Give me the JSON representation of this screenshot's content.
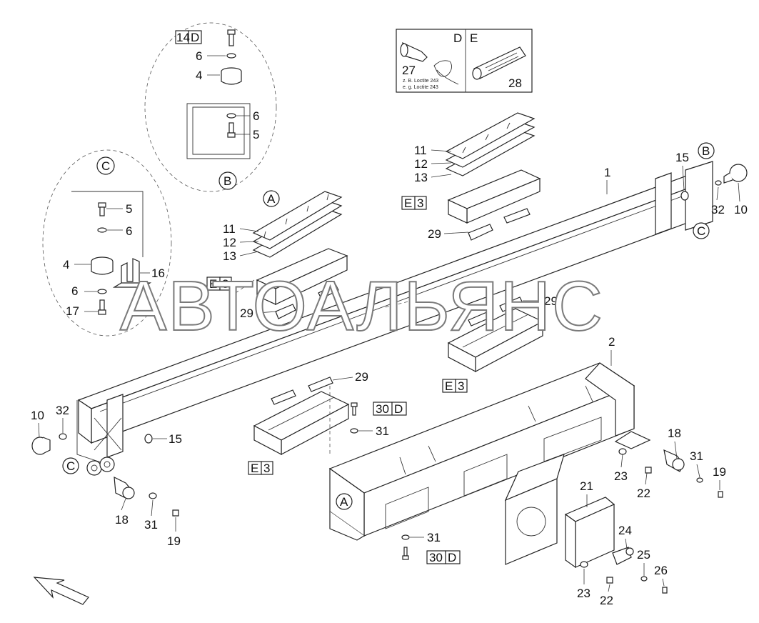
{
  "watermark": "АВТОАЛЬЯНС",
  "legend": {
    "tags": [
      "D",
      "E"
    ],
    "items": [
      "27",
      "28"
    ],
    "note_lines": [
      "z. B. Loctite 243",
      "e. g. Loctite 243"
    ]
  },
  "detail_circles": [
    "B",
    "C"
  ],
  "references": [
    "A",
    "B",
    "C"
  ],
  "callouts": {
    "c1": "1",
    "c2": "2",
    "c4": "4",
    "c5": "5",
    "c6": "6",
    "c10": "10",
    "c11": "11",
    "c12": "12",
    "c13": "13",
    "c15": "15",
    "c16": "16",
    "c17": "17",
    "c18": "18",
    "c19": "19",
    "c21": "21",
    "c22": "22",
    "c23": "23",
    "c24": "24",
    "c25": "25",
    "c26": "26",
    "c29": "29",
    "c31": "31",
    "c32": "32"
  },
  "boxed_callouts": {
    "b14": {
      "num": "14",
      "tag": "D"
    },
    "b30": {
      "num": "30",
      "tag": "D"
    },
    "e3": {
      "num": "E",
      "tag": "3"
    }
  }
}
